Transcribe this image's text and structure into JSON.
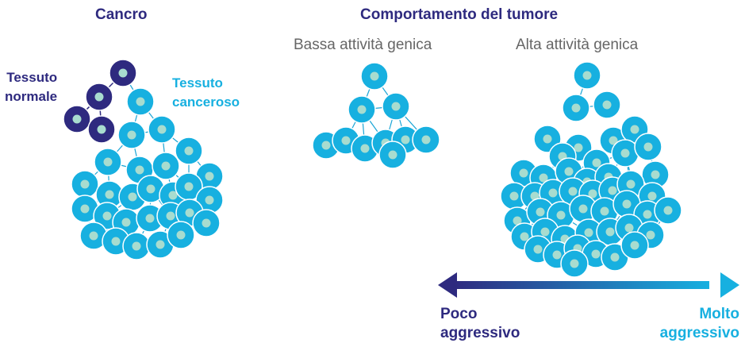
{
  "headings": {
    "cancer": "Cancro",
    "behaviour": "Comportamento del tumore"
  },
  "subheadings": {
    "low": "Bassa attività genica",
    "high": "Alta attività genica"
  },
  "labels": {
    "normal_line1": "Tessuto",
    "normal_line2": "normale",
    "cancer_line1": "Tessuto",
    "cancer_line2": "canceroso"
  },
  "scale": {
    "left_line1": "Poco",
    "left_line2": "aggressivo",
    "right_line1": "Molto",
    "right_line2": "aggressivo"
  },
  "colors": {
    "normal_cell": "#2e2a7f",
    "cancer_cell": "#17b0e0",
    "nucleus": "#a8dccf",
    "line": "#1aa5d6",
    "text_dark": "#2e2a7f",
    "text_cyan": "#17b0e0",
    "text_grey": "#666666"
  }
}
